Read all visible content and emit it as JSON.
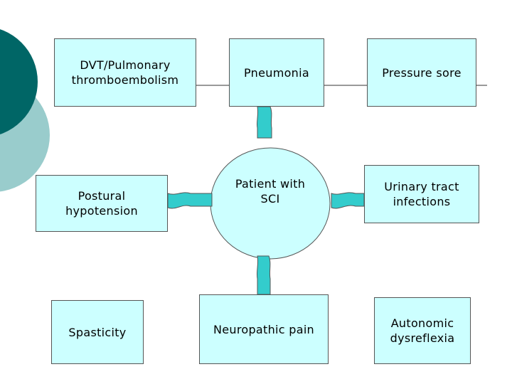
{
  "diagram": {
    "center": {
      "label": "Patient with\nSCI"
    },
    "nodes": {
      "dvt": "DVT/Pulmonary\nthromboembolism",
      "pneumonia": "Pneumonia",
      "pressure_sore": "Pressure sore",
      "postural_hypotension": "Postural\nhypotension",
      "uti": "Urinary tract\ninfections",
      "spasticity": "Spasticity",
      "neuropathic_pain": "Neuropathic pain",
      "autonomic_dysreflexia": "Autonomic\ndysreflexia"
    }
  },
  "colors": {
    "box_fill": "#ccffff",
    "connector_fill": "#33cccc",
    "decor_dark": "#006666",
    "decor_light": "#99cccc"
  }
}
